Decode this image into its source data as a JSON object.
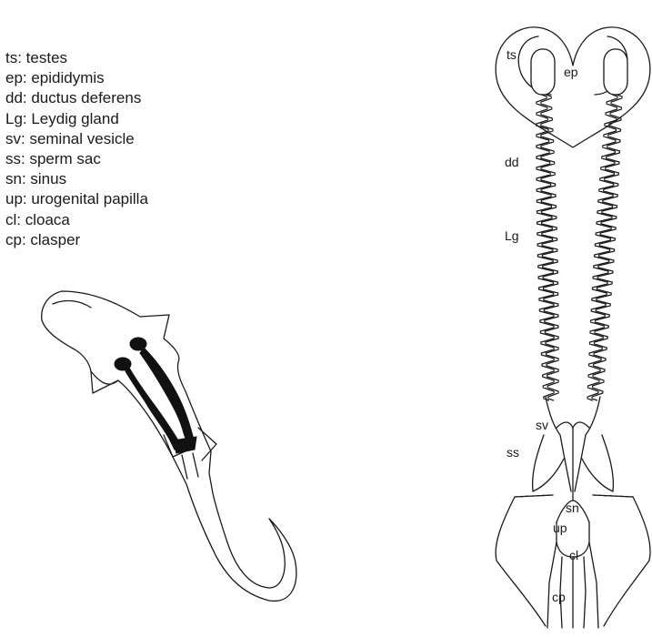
{
  "legend": [
    "ts: testes",
    "ep: epididymis",
    "dd: ductus deferens",
    "Lg: Leydig gland",
    "sv: seminal vesicle",
    "ss: sperm sac",
    "sn: sinus",
    "up: urogenital papilla",
    "cl: cloaca",
    "cp: clasper"
  ],
  "labels": {
    "ts": "ts",
    "ep": "ep",
    "dd": "dd",
    "Lg": "Lg",
    "sv": "sv",
    "ss": "ss",
    "sn": "sn",
    "up": "up",
    "cl": "cl",
    "cp": "cp"
  },
  "colors": {
    "line": "#1a1a1a",
    "organ_fill": "#111111",
    "background": "#ffffff"
  }
}
